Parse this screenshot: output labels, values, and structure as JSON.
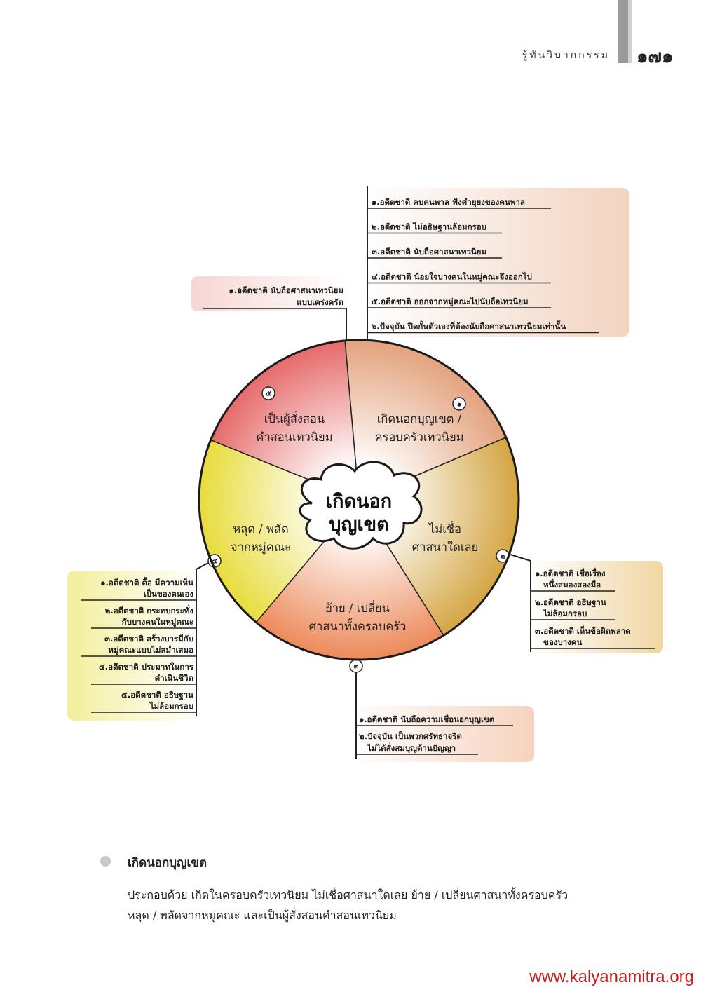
{
  "header": {
    "running_title": "รู้ทันวิบากกรรม",
    "page_number": "๑๗๑"
  },
  "diagram": {
    "center": {
      "lines": [
        "เกิดนอก",
        "บุญเขต"
      ]
    },
    "segments": [
      {
        "number": "๑",
        "lines": [
          "เกิดนอกบุญเขต /",
          "ครอบครัวเทวนิยม"
        ]
      },
      {
        "number": "๒",
        "lines": [
          "ไม่เชื่อ",
          "ศาสนาใดเลย"
        ]
      },
      {
        "number": "๓",
        "lines": [
          "ย้าย / เปลี่ยน",
          "ศาสนาทั้งครอบครัว"
        ]
      },
      {
        "number": "๔",
        "lines": [
          "หลุด / พลัด",
          "จากหมู่คณะ"
        ]
      },
      {
        "number": "๕",
        "lines": [
          "เป็นผู้สั่งสอน",
          "คำสอนเทวนิยม"
        ]
      }
    ],
    "groups": [
      {
        "segment": "๑",
        "items": [
          [
            "๑.อดีตชาติ คบคนพาล  ฟังคำยุยงของคนพาล"
          ],
          [
            "๒.อดีตชาติ ไม่อธิษฐานล้อมกรอบ"
          ],
          [
            "๓.อดีตชาติ นับถือศาสนาเทวนิยม"
          ],
          [
            "๔.อดีตชาติ น้อยใจบางคนในหมู่คณะจึงออกไป"
          ],
          [
            "๕.อดีตชาติ ออกจากหมู่คณะไปนับถือเทวนิยม"
          ],
          [
            "๖.ปัจจุบัน ปิดกั้นตัวเองที่ต้องนับถือศาสนาเทวนิยมเท่านั้น"
          ]
        ]
      },
      {
        "segment": "๒",
        "items": [
          [
            "๑.อดีตชาติ เชื่อเรื่อง",
            "หนึ่งสมองสองมือ"
          ],
          [
            "๒.อดีตชาติ อธิษฐาน",
            "ไม่ล้อมกรอบ"
          ],
          [
            "๓.อดีตชาติ เห็นข้อผิดพลาด",
            "ของบางคน"
          ]
        ]
      },
      {
        "segment": "๓",
        "items": [
          [
            "๑.อดีตชาติ นับถือความเชื่อนอกบุญเขต"
          ],
          [
            "๒.ปัจจุบัน เป็นพวกศรัทธาจริต",
            "ไม่ได้สั่งสมบุญด้านปัญญา"
          ]
        ]
      },
      {
        "segment": "๔",
        "items": [
          [
            "๑.อดีตชาติ ดื้อ  มีความเห็น",
            "เป็นของตนเอง"
          ],
          [
            "๒.อดีตชาติ กระทบกระทั่ง",
            "กับบางคนในหมู่คณะ"
          ],
          [
            "๓.อดีตชาติ สร้างบารมีกับ",
            "หมู่คณะแบบไม่สม่ำเสมอ"
          ],
          [
            "๔.อดีตชาติ ประมาทในการ",
            "ดำเนินชีวิต"
          ],
          [
            "๕.อดีตชาติ อธิษฐาน",
            "ไม่ล้อมกรอบ"
          ]
        ]
      },
      {
        "segment": "๕",
        "items": [
          [
            "๑.อดีตชาติ นับถือศาสนาเทวนิยม",
            "แบบเคร่งครัด"
          ]
        ]
      }
    ]
  },
  "section": {
    "title": "เกิดนอกบุญเขต",
    "body_lines": [
      "ประกอบด้วย  เกิดในครอบครัวเทวนิยม  ไม่เชื่อศาสนาใดเลย  ย้าย  /  เปลี่ยนศาสนาทั้งครอบครัว",
      "หลุด / พลัดจากหมู่คณะ และเป็นผู้สั่งสอนคำสอนเทวนิยม"
    ]
  },
  "footer": {
    "url": "www.kalyanamitra.org"
  },
  "colors": {
    "segment_1": "#e3a27d",
    "segment_2": "#d4a542",
    "segment_3": "#ec8a5a",
    "segment_4": "#e8dc3c",
    "segment_5": "#e66a6a",
    "box_1": "#f2d3c0",
    "box_2": "#f0d6a2",
    "box_3": "#f6d2bd",
    "box_4": "#f4ee9c",
    "box_5": "#f6d6d2",
    "url": "#c61f1f"
  }
}
